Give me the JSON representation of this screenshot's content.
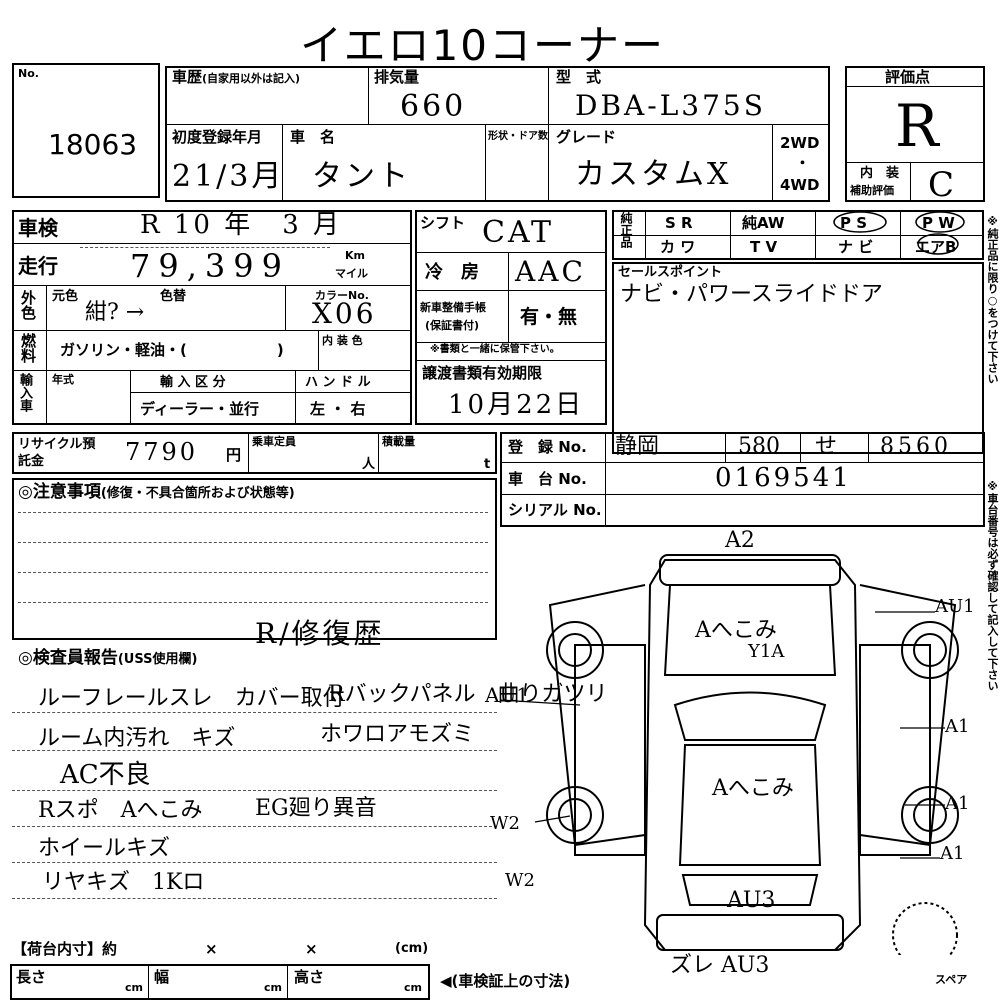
{
  "header": {
    "title": "イエロ10コーナー"
  },
  "lot": {
    "no_label": "No.",
    "number": "18063"
  },
  "history": {
    "label": "車歴",
    "note": "(自家用以外は記入)"
  },
  "displacement": {
    "label": "排気量",
    "value": "660"
  },
  "model": {
    "label": "型　式",
    "value": "DBA-L375S"
  },
  "rating": {
    "label": "評価点",
    "value": "R",
    "interior_label": "内　装",
    "interior_label2": "補助評価",
    "interior_value": "C"
  },
  "first_reg": {
    "label": "初度登録年月",
    "value": "21/3月"
  },
  "car_name": {
    "label": "車　名",
    "value": "タント"
  },
  "shape": {
    "label": "形状・ドア数"
  },
  "grade": {
    "label": "グレード",
    "value": "カスタムX"
  },
  "drive": {
    "opt1": "2WD",
    "sep": "・",
    "opt2": "4WD"
  },
  "shaken": {
    "label": "車検",
    "value": "R 10 年　3 月"
  },
  "mileage": {
    "label": "走行",
    "value": "79,399",
    "unit1": "Km",
    "unit2": "マイル"
  },
  "color": {
    "label": "外色",
    "orig_label": "元色",
    "change_label": "色替",
    "value": "紺? →",
    "code_label": "カラーNo.",
    "code": "X06"
  },
  "fuel": {
    "label": "燃料",
    "options": "ガソリン・軽油・(　　　　　　)",
    "interior_color_label": "内 装 色"
  },
  "import": {
    "label": "輸入車",
    "year_label": "年式",
    "kind_label": "輸 入 区 分",
    "kind_options": "ディーラー・並行",
    "handle_label": "ハ ン ド ル",
    "handle_options": "左 ・ 右"
  },
  "recycle": {
    "label": "リサイクル預託金",
    "value": "7790",
    "unit": "円"
  },
  "capacity": {
    "label": "乗車定員",
    "unit": "人"
  },
  "load": {
    "label": "積載量",
    "unit": "t"
  },
  "shift": {
    "label": "シフト",
    "value": "CAT"
  },
  "ac": {
    "label": "冷　房",
    "value": "AAC"
  },
  "manual": {
    "label": "新車整備手帳",
    "label2": "(保証書付)",
    "options": "有・無",
    "note": "※書類と一緒に保管下さい。"
  },
  "transfer": {
    "label": "譲渡書類有効期限",
    "value": "10月22日"
  },
  "equip": {
    "label": "純正品",
    "items": [
      "S R",
      "純AW",
      "P S",
      "P W",
      "カ ワ",
      "T V",
      "ナ ビ",
      "エアB"
    ]
  },
  "sales": {
    "label": "セールスポイント",
    "value": "ナビ・パワースライドドア"
  },
  "side_note1": "※純正品に限り○をつけて下さい",
  "side_note2": "※車台番号は必ず確認して記入して下さい",
  "registration": {
    "label": "登　録 No.",
    "v1": "静岡",
    "v2": "580",
    "v3": "せ",
    "v4": "8560"
  },
  "chassis": {
    "label": "車　台 No.",
    "value": "0169541"
  },
  "serial": {
    "label": "シリアル No."
  },
  "notes": {
    "label": "◎注意事項",
    "sub": "(修復・不具合箇所および状態等)",
    "value": "R/修復歴"
  },
  "inspector": {
    "label": "◎検査員報告",
    "sub": "(USS使用欄)",
    "lines": [
      "ルーフレールスレ　カバー取付",
      "Rバックパネル　曲りガツリ",
      "ルーム内汚れ　キズ",
      "ホワロアモズミ",
      "AC不良",
      "Rスポ　Aへこみ",
      "EG廻り異音",
      "ホイールキズ",
      "リヤキズ　1Kロ"
    ]
  },
  "diagram": {
    "top": "A2",
    "bottom": "AU3",
    "hood": "Aへこみ",
    "windshield": "Y1A",
    "roof": "Aへこみ",
    "r1": "AU1",
    "r2": "A1",
    "r3": "A1",
    "r4": "A1",
    "l1": "AU1",
    "l2": "W2",
    "l3": "W2"
  },
  "cargo": {
    "label": "【荷台内寸】約",
    "x1": "×",
    "x2": "×",
    "unit": "(cm)",
    "length_label": "長さ",
    "width_label": "幅",
    "height_label": "高さ",
    "cm": "cm"
  },
  "dimension_note": "◀(車検証上の寸法)",
  "footer_hand": "ズレ AU3",
  "spare": "スペア"
}
